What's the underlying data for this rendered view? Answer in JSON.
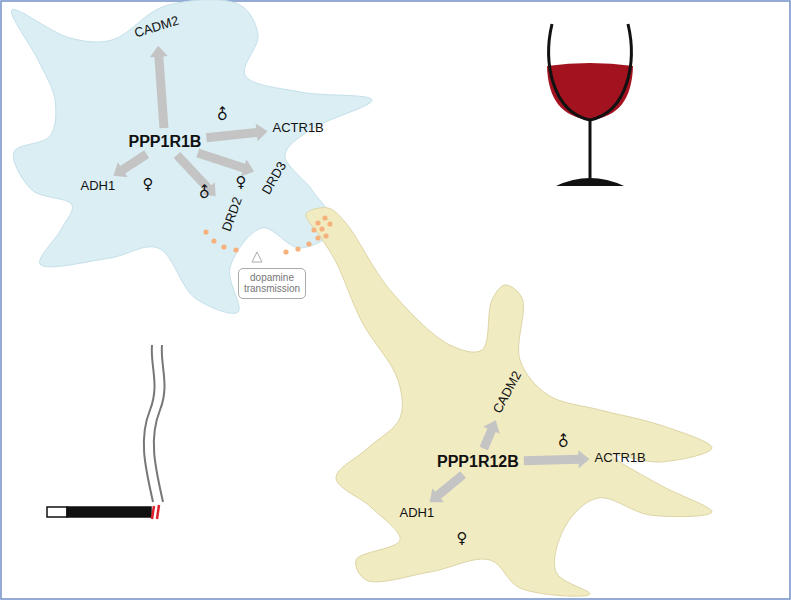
{
  "diagram": {
    "nodes": [
      {
        "text": [
          "PPP1R1B"
        ]
      },
      {
        "text": [
          "CADM2"
        ]
      },
      {
        "text": [
          "ACTR1B"
        ]
      },
      {
        "text": [
          "ADH1"
        ]
      },
      {
        "text": [
          "DRD2"
        ]
      },
      {
        "text": [
          "DRD3"
        ]
      },
      {
        "text": [
          "dopamine transmission"
        ]
      },
      {
        "text": [
          "PPP1R12B"
        ]
      },
      {
        "text": [
          "CADM2"
        ]
      },
      {
        "text": [
          "ACTR1B"
        ]
      },
      {
        "text": [
          "ADH1"
        ]
      }
    ],
    "edges": [
      {
        "from": 0,
        "to": 1,
        "arrow": "to"
      },
      {
        "from": 0,
        "to": 2,
        "arrow": "to"
      },
      {
        "from": 0,
        "to": 3,
        "arrow": "to"
      },
      {
        "from": 0,
        "to": 4,
        "arrow": "to"
      },
      {
        "from": 0,
        "to": 5,
        "arrow": "to"
      },
      {
        "from": 7,
        "to": 8,
        "arrow": "to"
      },
      {
        "from": 7,
        "to": 9,
        "arrow": "to"
      },
      {
        "from": 7,
        "to": 10,
        "arrow": "to"
      }
    ],
    "labels": [
      "♂",
      "♀",
      "♂",
      "♀",
      "♂",
      "♀"
    ]
  }
}
